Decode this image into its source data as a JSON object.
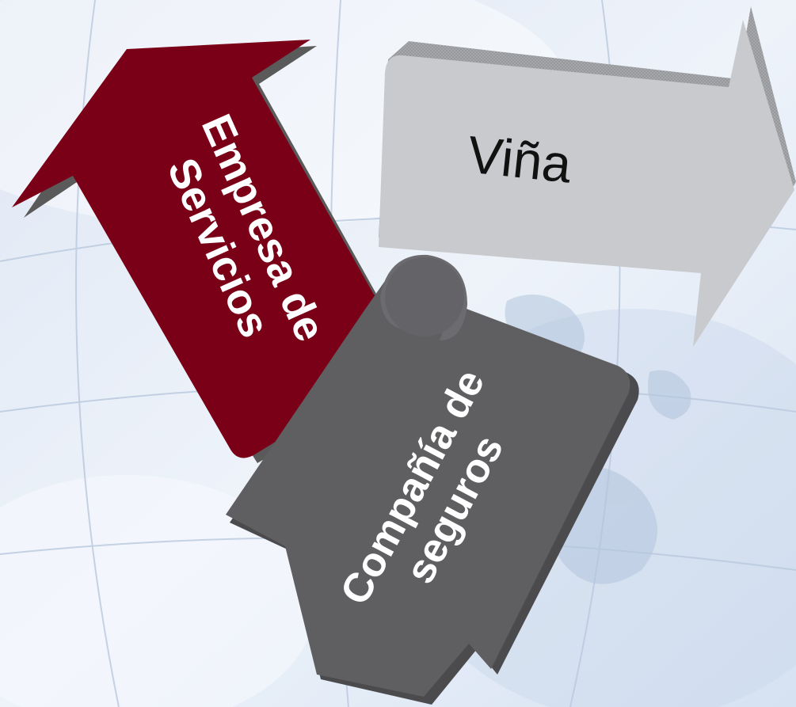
{
  "diagram": {
    "arrows": [
      {
        "id": "empresa",
        "lines": [
          "Empresa de",
          "Servicios"
        ],
        "color": "#7a0018"
      },
      {
        "id": "vina",
        "lines": [
          "Viña"
        ],
        "color": "#c8cacd"
      },
      {
        "id": "compania",
        "lines": [
          "Compañía de",
          "seguros"
        ],
        "color": "#5f5f62"
      }
    ]
  }
}
